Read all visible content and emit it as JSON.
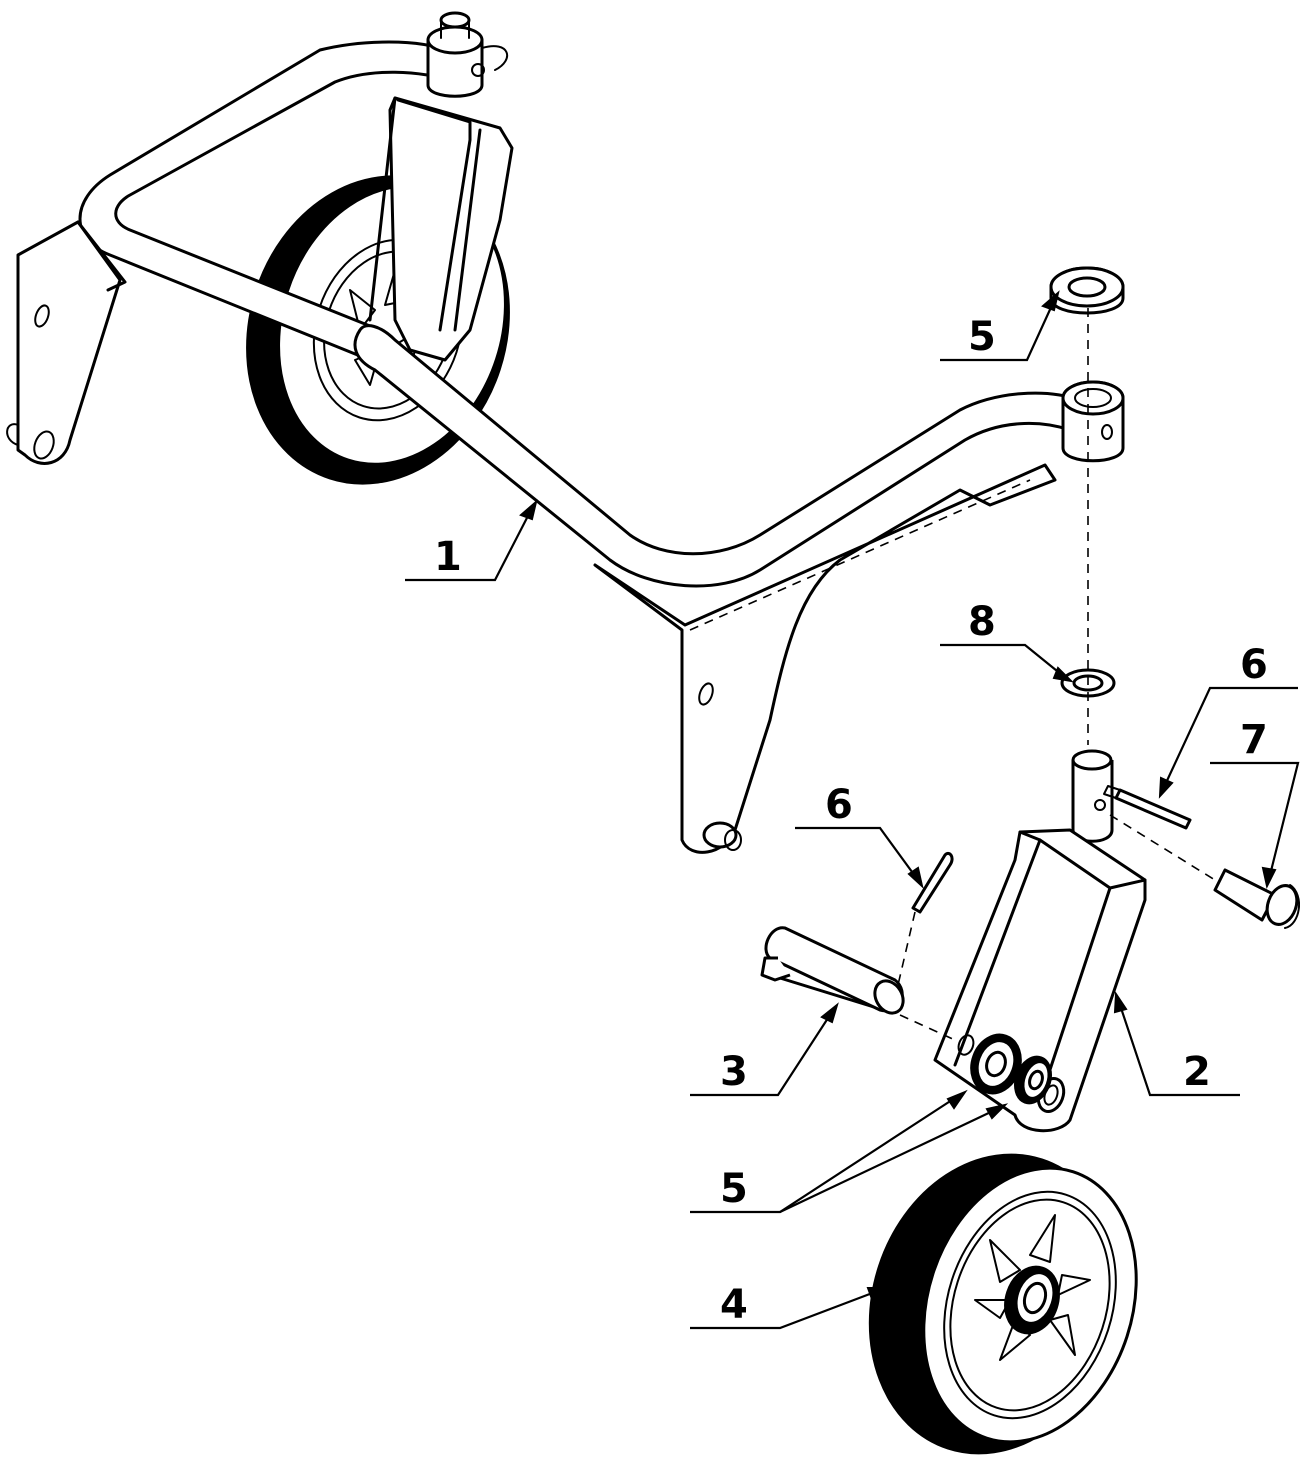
{
  "callouts": [
    {
      "id": "c1",
      "label": "1"
    },
    {
      "id": "c2",
      "label": "2"
    },
    {
      "id": "c3",
      "label": "3"
    },
    {
      "id": "c4",
      "label": "4"
    },
    {
      "id": "c5a",
      "label": "5"
    },
    {
      "id": "c5b",
      "label": "5"
    },
    {
      "id": "c6a",
      "label": "6"
    },
    {
      "id": "c6b",
      "label": "6"
    },
    {
      "id": "c7",
      "label": "7"
    },
    {
      "id": "c8",
      "label": "8"
    }
  ],
  "colors": {
    "ink": "#000000",
    "paper": "#ffffff"
  }
}
